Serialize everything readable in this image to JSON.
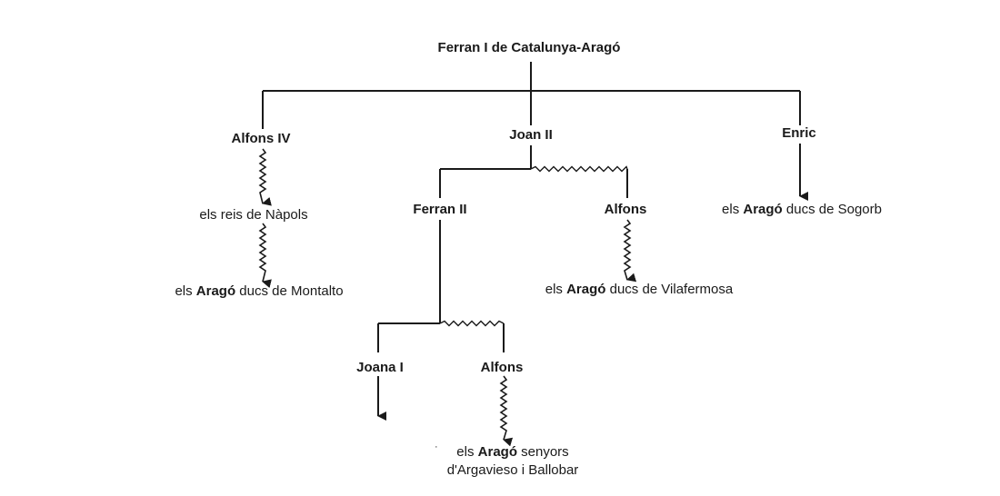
{
  "tree": {
    "root": "Ferran I de Catalunya-Aragó",
    "alfons_iv": "Alfons IV",
    "joan_ii": "Joan II",
    "enric": "Enric",
    "reis_napols": "els reis de Nàpols",
    "montalto": {
      "pre": "els ",
      "bold": "Aragó",
      "post": " ducs de Montalto"
    },
    "ferran_ii": "Ferran II",
    "alfons_1": "Alfons",
    "vilafermosa": {
      "pre": "els ",
      "bold": "Aragó",
      "post": " ducs de Vilafermosa"
    },
    "sogorb": {
      "pre": "els ",
      "bold": "Aragó",
      "post": " ducs de Sogorb"
    },
    "joana_i": "Joana I",
    "alfons_2": "Alfons",
    "argavieso": {
      "pre": "els ",
      "bold": "Aragó",
      "post": " senyors",
      "line2": "d'Argavieso i Ballobar"
    },
    "stray_mark": "·"
  },
  "colors": {
    "ink": "#1a1a1a",
    "background": "#ffffff"
  }
}
